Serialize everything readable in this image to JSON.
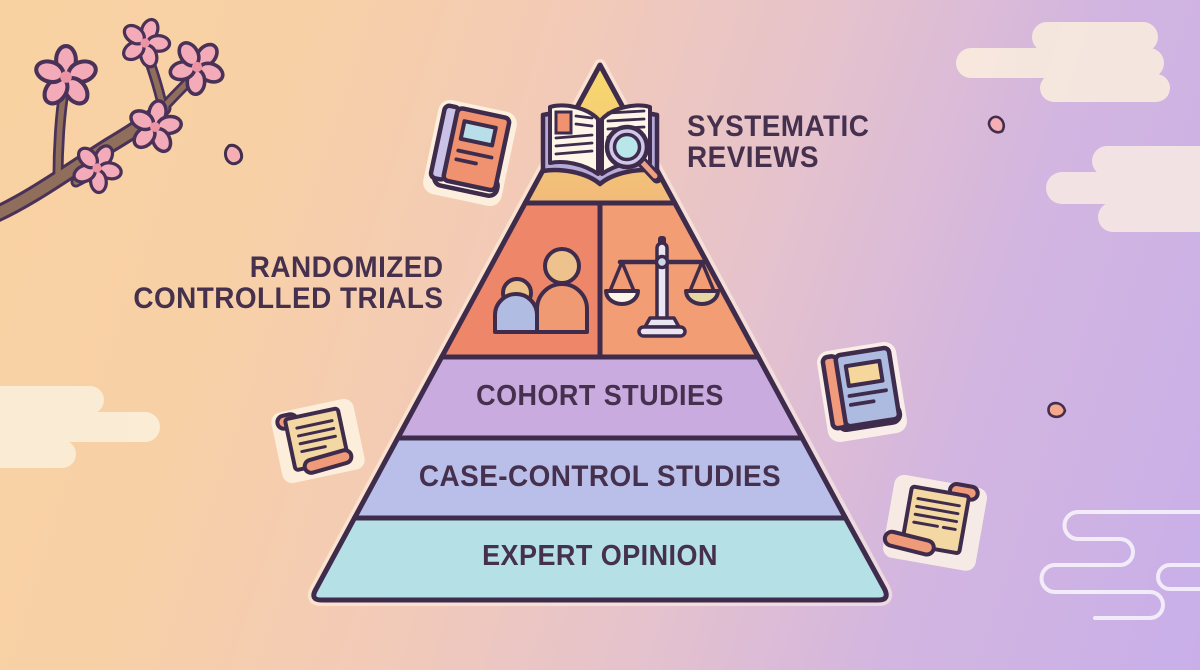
{
  "illustration": {
    "name": "evidence-hierarchy-pyramid",
    "style": "flat pastel infographic with sakura decorations"
  },
  "pyramid": {
    "outline_color": "#3f2c4c",
    "label_color": "#45304e",
    "levels": [
      {
        "rank": 1,
        "name": "Systematic Reviews",
        "label": "SYSTEMATIC\nREVIEWS",
        "fill_top": "#f8da6e",
        "fill_bottom": "#f1ba7a",
        "icon": "open-book-magnifier-icon"
      },
      {
        "rank": 2,
        "name": "Randomized Controlled Trials",
        "label": "RANDOMIZED\nCONTROLLED TRIALS",
        "fill_left": "#ee8769",
        "fill_right": "#f29d73",
        "icons": [
          "people-icon",
          "balance-scale-icon"
        ]
      },
      {
        "rank": 3,
        "name": "Cohort Studies",
        "label": "COHORT STUDIES",
        "fill": "#c9abdf"
      },
      {
        "rank": 4,
        "name": "Case-Control Studies",
        "label": "CASE-CONTROL STUDIES",
        "fill": "#b9bfe9"
      },
      {
        "rank": 5,
        "name": "Expert Opinion",
        "label": "EXPERT OPINION",
        "fill": "#b4e0e6"
      }
    ]
  },
  "decorations": {
    "top_left": "cherry-blossom-branch-icon",
    "items": [
      "orange-book-icon",
      "blue-book-icon",
      "scroll-icon-left",
      "scroll-icon-right",
      "sakura-petal-icons",
      "japanese-cloud-shapes"
    ],
    "background_gradient": [
      "#f9d2a2",
      "#f2cab8",
      "#c9afe9"
    ]
  }
}
